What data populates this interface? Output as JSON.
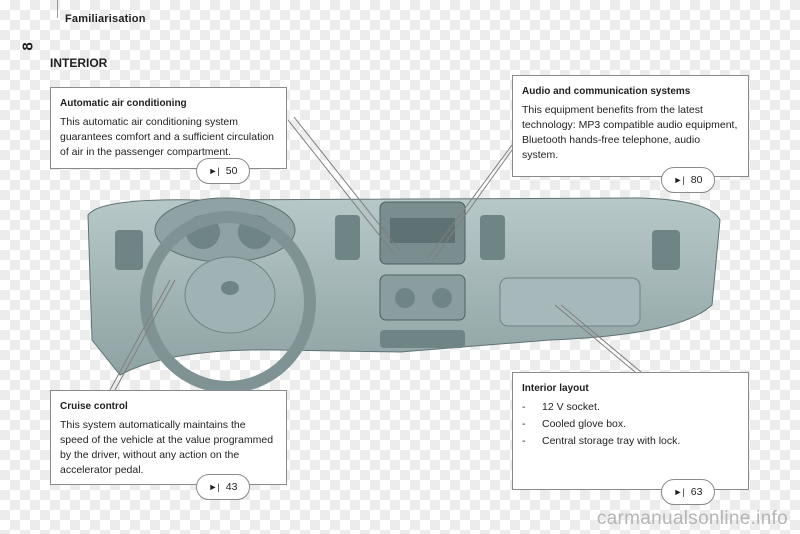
{
  "header": {
    "chapter": "Familiarisation",
    "page_number": "8",
    "section_title": "INTERIOR"
  },
  "callouts": {
    "air": {
      "title": "Automatic air conditioning",
      "text": "This automatic air conditioning system guarantees comfort and a sufficient circulation of air in the passenger compartment.",
      "ref": "50"
    },
    "audio": {
      "title": "Audio and communication systems",
      "text": "This equipment benefits from the latest technology: MP3 compatible audio equipment, Bluetooth hands-free telephone, audio system.",
      "ref": "80"
    },
    "cruise": {
      "title": "Cruise control",
      "text": "This system automatically maintains the speed of the vehicle at the value programmed by the driver, without any action on the accelerator pedal.",
      "ref": "43"
    },
    "interior": {
      "title": "Interior layout",
      "items": [
        "12 V socket.",
        "Cooled glove box.",
        "Central storage tray with lock."
      ],
      "ref": "63"
    }
  },
  "watermark": "carmanualsonline.info",
  "colors": {
    "dashboard": "#9fb3b4",
    "dashboard_dark": "#6f8485",
    "border": "#8a8a8a"
  }
}
